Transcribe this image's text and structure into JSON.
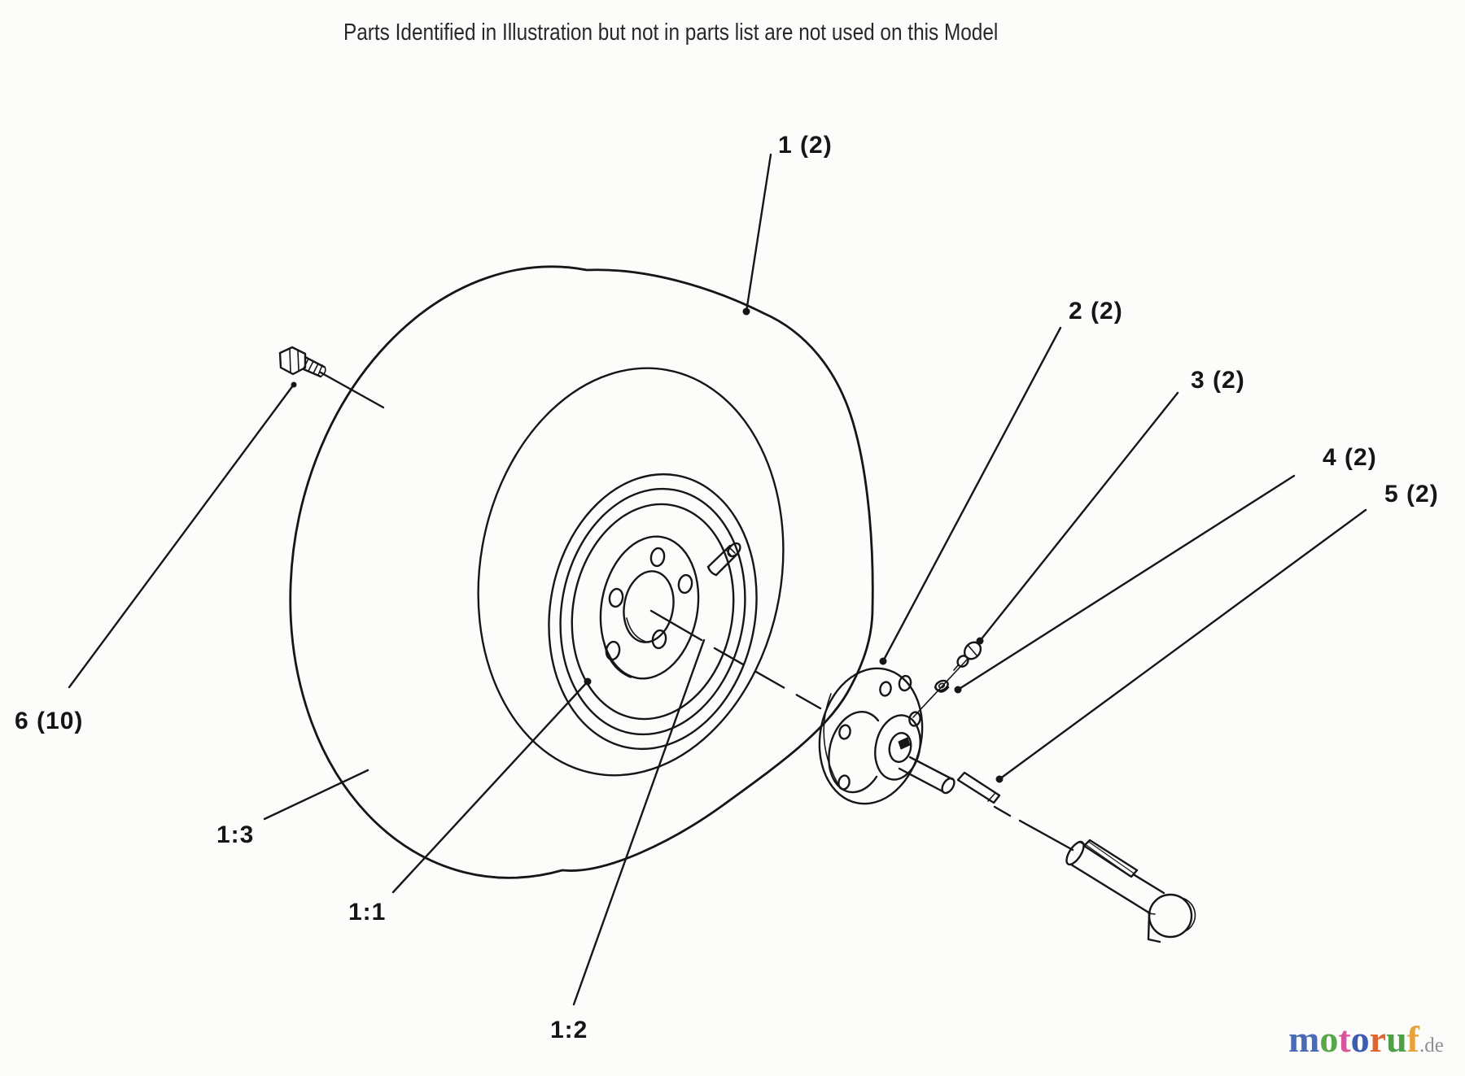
{
  "header": {
    "notice": "Parts Identified in Illustration but not in parts list are not used on this Model"
  },
  "diagram": {
    "description": "Exploded parts diagram of a wheel and tire assembly with hub, key and axle bolt",
    "ink_color": "#161616",
    "background_color": "#fcfcfa",
    "labels": [
      {
        "id": "part-1",
        "text": "1 (2)"
      },
      {
        "id": "part-2",
        "text": "2 (2)"
      },
      {
        "id": "part-3",
        "text": "3 (2)"
      },
      {
        "id": "part-4",
        "text": "4 (2)"
      },
      {
        "id": "part-5",
        "text": "5 (2)"
      },
      {
        "id": "part-6",
        "text": "6 (10)"
      },
      {
        "id": "sub-1-3",
        "text": "1:3"
      },
      {
        "id": "sub-1-1",
        "text": "1:1"
      },
      {
        "id": "sub-1-2",
        "text": "1:2"
      }
    ]
  },
  "watermark": {
    "letters": [
      {
        "ch": "m",
        "color": "#4b6cb5"
      },
      {
        "ch": "o",
        "color": "#58a84b"
      },
      {
        "ch": "t",
        "color": "#d8559c"
      },
      {
        "ch": "o",
        "color": "#3d5bb0"
      },
      {
        "ch": "r",
        "color": "#e0662f"
      },
      {
        "ch": "u",
        "color": "#4da046"
      },
      {
        "ch": "f",
        "color": "#e9a33c"
      }
    ],
    "suffix": {
      "text": ".de",
      "color": "#8f8f8f"
    }
  }
}
